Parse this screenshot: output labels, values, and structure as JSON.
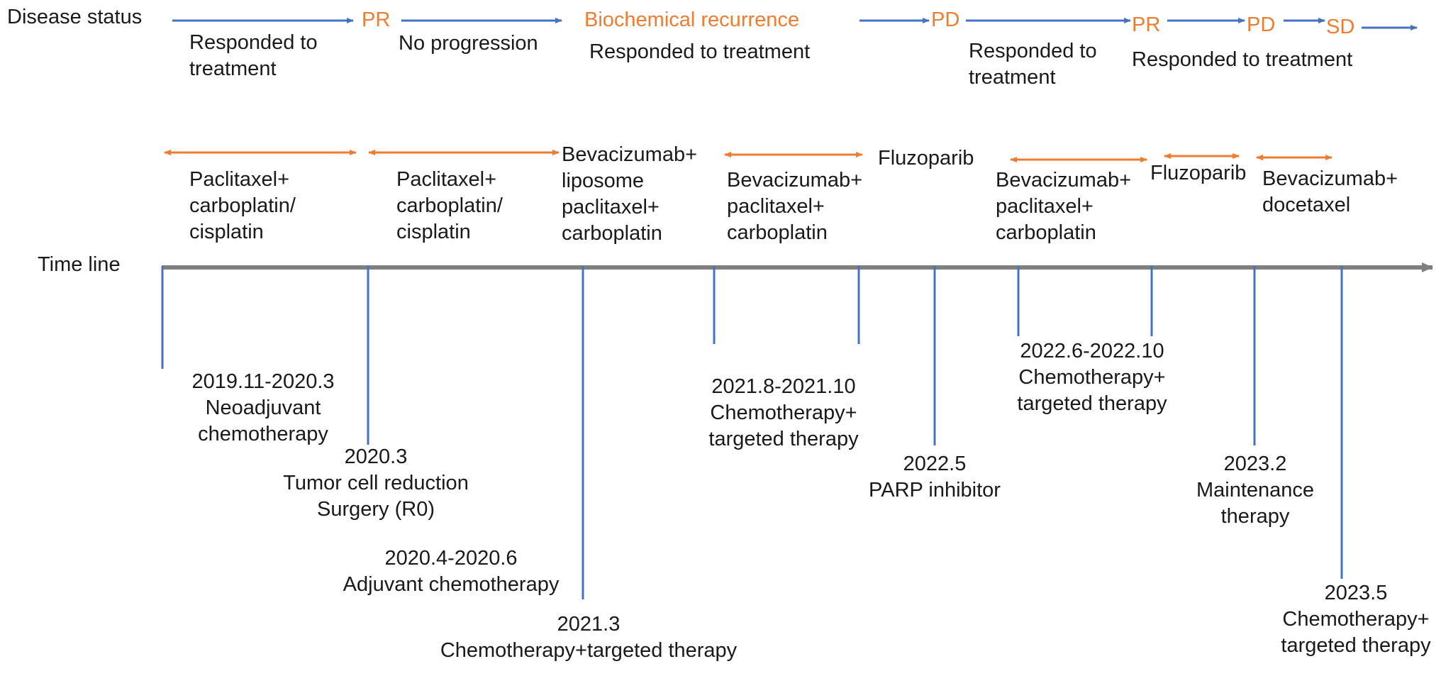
{
  "header": {
    "disease_status_label": "Disease status",
    "timeline_label": "Time line"
  },
  "colors": {
    "status_arrow": "#4472c4",
    "treatment_arrow": "#ee7d31",
    "status_text": "#ee7d31",
    "time_axis": "#7f7f7f",
    "tick": "#4472c4"
  },
  "status": {
    "pr1": "PR",
    "biochemical": "Biochemical recurrence",
    "pd1": "PD",
    "pr2": "PR",
    "pd2": "PD",
    "sd": "SD"
  },
  "responses": {
    "r1_line1": "Responded to",
    "r1_line2": "treatment",
    "r2": "No progression",
    "r3": "Responded to treatment",
    "r4_line1": "Responded to",
    "r4_line2": "treatment",
    "r5": "Responded to treatment"
  },
  "treatments": {
    "t1": [
      "Paclitaxel+",
      "carboplatin/",
      "cisplatin"
    ],
    "t2": [
      "Paclitaxel+",
      "carboplatin/",
      "cisplatin"
    ],
    "t3": [
      "Bevacizumab+",
      "liposome",
      "paclitaxel+",
      "carboplatin"
    ],
    "t4": [
      "Bevacizumab+",
      "paclitaxel+",
      "carboplatin"
    ],
    "t5": "Fluzoparib",
    "t6": [
      "Bevacizumab+",
      "paclitaxel+",
      "carboplatin"
    ],
    "t7": "Fluzoparib",
    "t8": [
      "Bevacizumab+",
      "docetaxel"
    ]
  },
  "events": {
    "e1": [
      "2019.11-2020.3",
      "Neoadjuvant",
      "chemotherapy"
    ],
    "e2": [
      "2020.3",
      "Tumor cell reduction",
      "Surgery (R0)"
    ],
    "e3": [
      "2020.4-2020.6",
      "Adjuvant chemotherapy"
    ],
    "e4": [
      "2021.3",
      "Chemotherapy+targeted therapy"
    ],
    "e5": [
      "2021.8-2021.10",
      "Chemotherapy+",
      "targeted therapy"
    ],
    "e6": [
      "2022.5",
      "PARP inhibitor"
    ],
    "e7": [
      "2022.6-2022.10",
      "Chemotherapy+",
      "targeted therapy"
    ],
    "e8": [
      "2023.2",
      "Maintenance",
      "therapy"
    ],
    "e9": [
      "2023.5",
      "Chemotherapy+",
      "targeted therapy"
    ]
  }
}
